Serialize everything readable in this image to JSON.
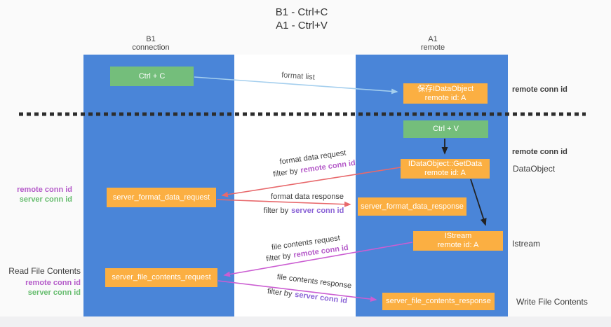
{
  "title": {
    "line1": "B1 - Ctrl+C",
    "line2": "A1 - Ctrl+V"
  },
  "columns": {
    "left": {
      "header_line1": "B1",
      "header_line2": "connection"
    },
    "right": {
      "header_line1": "A1",
      "header_line2": "remote"
    }
  },
  "boxes": {
    "ctrl_c": {
      "label": "Ctrl + C"
    },
    "save_idataobject": {
      "line1": "保存IDataObject",
      "line2": "remote id: A"
    },
    "ctrl_v": {
      "label": "Ctrl + V"
    },
    "getdata": {
      "line1": "IDataObject::GetData",
      "line2": "remote id: A"
    },
    "format_request": {
      "label": "server_format_data_request"
    },
    "format_response": {
      "label": "server_format_data_response"
    },
    "istream": {
      "line1": "IStream",
      "line2": "remote id: A"
    },
    "file_request": {
      "label": "server_file_contents_request"
    },
    "file_response": {
      "label": "server_file_contents_response"
    }
  },
  "arrow_labels": {
    "format_list": "format list",
    "format_data_request": "format data request",
    "format_data_response": "format data response",
    "file_contents_request": "file contents request",
    "file_contents_response": "file contents response",
    "filter_by": "filter by",
    "remote_conn_id": "remote conn id",
    "server_conn_id": "server conn id"
  },
  "side_labels": {
    "remote_conn_id_top": "remote conn id",
    "remote_conn_id_mid": "remote conn id",
    "dataobject": "DataObject",
    "istream": "Istream",
    "write_file_contents": "Write File Contents",
    "read_file_contents": "Read File Contents",
    "left_remote_conn_id": "remote conn id",
    "left_server_conn_id": "server conn id",
    "bottom_remote_conn_id": "remote conn id",
    "bottom_server_conn_id": "server conn id"
  },
  "colors": {
    "lifeline_blue": "#4a85d8",
    "box_green": "#74be7b",
    "box_orange": "#fbaf42",
    "arrow_light_blue": "#a5cfee",
    "arrow_red": "#e8696c",
    "arrow_magenta": "#cb5ed2",
    "arrow_black": "#222222",
    "text_magenta": "#b55bc9",
    "text_green": "#67bd6f",
    "text_purple": "#8a63d6"
  }
}
